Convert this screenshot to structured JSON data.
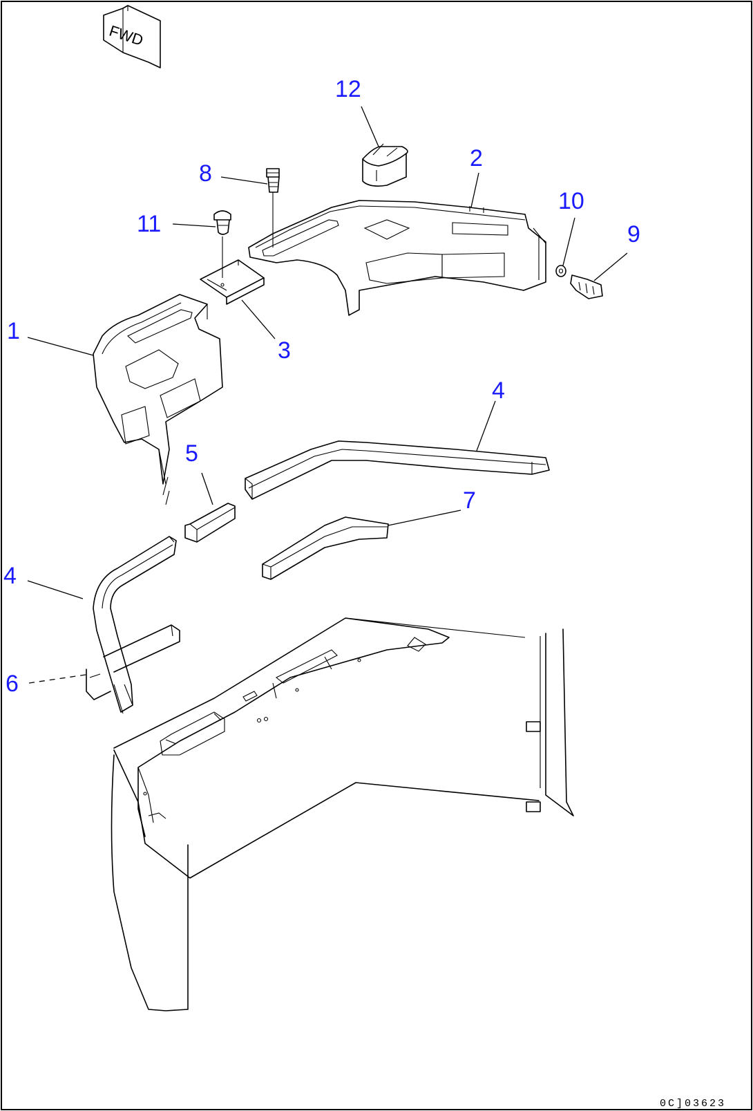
{
  "direction_marker": "FWD",
  "drawing_code": "0C]03623",
  "callouts": [
    {
      "id": "c1",
      "label": "1"
    },
    {
      "id": "c2",
      "label": "2"
    },
    {
      "id": "c3",
      "label": "3"
    },
    {
      "id": "c4a",
      "label": "4"
    },
    {
      "id": "c4b",
      "label": "4"
    },
    {
      "id": "c5",
      "label": "5"
    },
    {
      "id": "c6",
      "label": "6"
    },
    {
      "id": "c7",
      "label": "7"
    },
    {
      "id": "c8",
      "label": "8"
    },
    {
      "id": "c9",
      "label": "9"
    },
    {
      "id": "c10",
      "label": "10"
    },
    {
      "id": "c11",
      "label": "11"
    },
    {
      "id": "c12",
      "label": "12"
    }
  ],
  "colors": {
    "callout": "#1a1aff",
    "line": "#000000",
    "background": "#ffffff"
  }
}
